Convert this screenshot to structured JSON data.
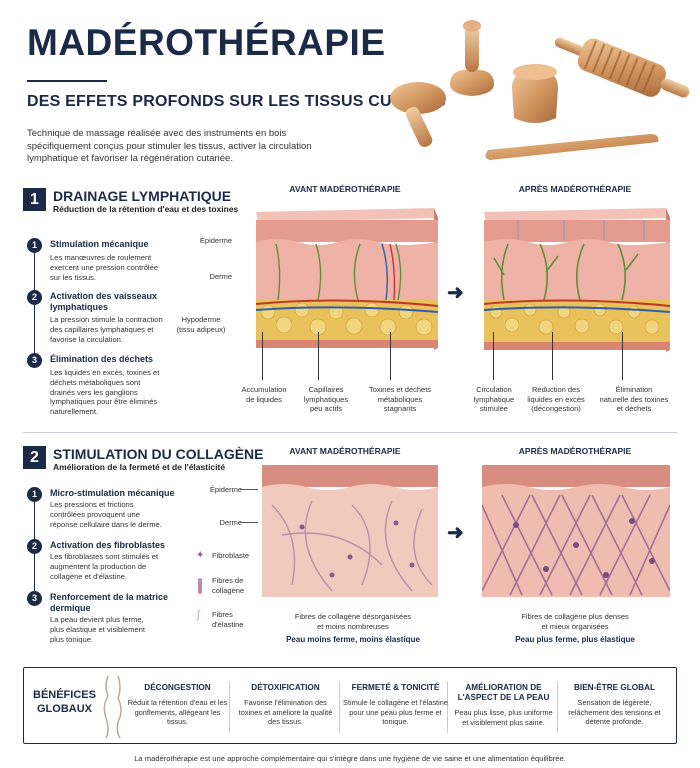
{
  "header": {
    "title": "MADÉROTHÉRAPIE",
    "subtitle": "DES EFFETS PROFONDS SUR LES TISSUS CUTANÉS",
    "intro": "Technique de massage réalisée avec des instruments en bois spécifiquement conçus pour stimuler les tissus, activer la circulation lymphatique et favoriser la régénération cutanée."
  },
  "section1": {
    "number": "1",
    "title": "DRAINAGE LYMPHATIQUE",
    "subtitle": "Réduction de la rétention d'eau et des toxines",
    "steps": [
      {
        "num": "1",
        "title": "Stimulation mécanique",
        "text": "Les manœuvres de roulement exercent une pression contrôlée sur les tissus."
      },
      {
        "num": "2",
        "title": "Activation des vaisseaux lymphatiques",
        "text": "La pression stimule la contraction des capillaires lymphatiques et favorise la circulation."
      },
      {
        "num": "3",
        "title": "Élimination des déchets",
        "text": "Les liquides en excès, toxines et déchets métaboliques sont drainés vers les ganglions lymphatiques pour être éliminés naturellement."
      }
    ],
    "before_head": "AVANT MADÉROTHÉRAPIE",
    "after_head": "APRÈS MADÉROTHÉRAPIE",
    "layer_labels": {
      "epidermis": "Épiderme",
      "dermis": "Derme",
      "hypodermis": "Hypoderme\n(tissu adipeux)"
    },
    "before_labels": [
      "Accumulation\nde liquides",
      "Capillaires\nlymphatiques\npeu actifs",
      "Toxines et déchets\nmétaboliques\nstagnants"
    ],
    "after_labels": [
      "Circulation\nlymphatique\nstimulée",
      "Réduction des\nliquides en excès\n(décongestion)",
      "Élimination\nnaturelle des toxines\net déchets"
    ]
  },
  "section2": {
    "number": "2",
    "title": "STIMULATION DU COLLAGÈNE",
    "subtitle": "Amélioration de la fermeté et de l'élasticité",
    "steps": [
      {
        "num": "1",
        "title": "Micro-stimulation mécanique",
        "text": "Les pressions et frictions contrôlées provoquent une réponse cellulaire dans le derme."
      },
      {
        "num": "2",
        "title": "Activation des fibroblastes",
        "text": "Les fibroblastes sont stimulés et augmentent la production de collagène et d'élastine."
      },
      {
        "num": "3",
        "title": "Renforcement de la matrice dermique",
        "text": "La peau devient plus ferme, plus élastique et visiblement plus tonique."
      }
    ],
    "before_head": "AVANT MADÉROTHÉRAPIE",
    "after_head": "APRÈS MADÉROTHÉRAPIE",
    "layer_labels": {
      "epidermis": "Épiderme",
      "dermis": "Derme"
    },
    "legend": [
      "Fibroblaste",
      "Fibres de\ncollagène",
      "Fibres\nd'élastine"
    ],
    "before_caption": "Fibres de collagène désorganisées\net moins nombreuses",
    "before_bold": "Peau moins ferme, moins élastique",
    "after_caption": "Fibres de collagène plus denses\net mieux organisées",
    "after_bold": "Peau plus ferme, plus élastique"
  },
  "benefits": {
    "label": "BÉNÉFICES\nGLOBAUX",
    "items": [
      {
        "title": "DÉCONGESTION",
        "text": "Réduit la rétention d'eau et les gonflements, allégeant les tissus."
      },
      {
        "title": "DÉTOXIFICATION",
        "text": "Favorise l'élimination des toxines et améliore la qualité des tissus."
      },
      {
        "title": "FERMETÉ & TONICITÉ",
        "text": "Stimule le collagène et l'élastine pour une peau plus ferme et tonique."
      },
      {
        "title": "AMÉLIORATION DE\nL'ASPECT DE LA PEAU",
        "text": "Peau plus lisse, plus uniforme et visiblement plus saine."
      },
      {
        "title": "BIEN-ÊTRE GLOBAL",
        "text": "Sensation de légèreté, relâchement des tensions et détente profonde."
      }
    ]
  },
  "footer": "La madérothérapie est une approche complémentaire qui s'intègre dans une hygiène de vie saine et une alimentation équilibrée.",
  "colors": {
    "navy": "#1b2a47",
    "wood": "#c98d5a",
    "skin": "#e9a79b",
    "fat": "#e8c55a"
  }
}
